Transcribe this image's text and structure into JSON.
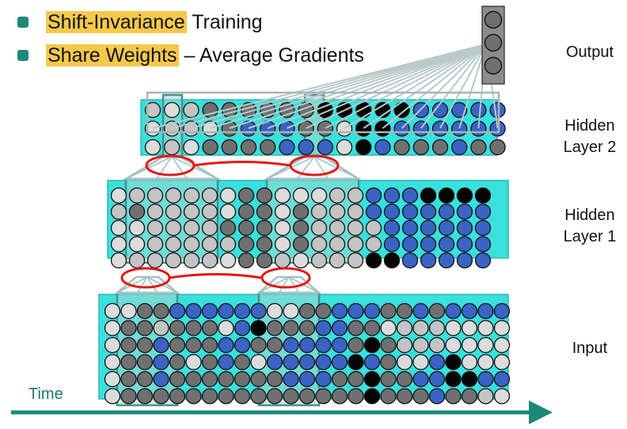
{
  "bullets": [
    {
      "highlight": "Shift-Invariance",
      "rest": " Training"
    },
    {
      "highlight": "Share Weights",
      "rest": " – Average Gradients"
    }
  ],
  "labels": {
    "output": "Output",
    "hidden2_line1": "Hidden",
    "hidden2_line2": "Layer 2",
    "hidden1_line1": "Hidden",
    "hidden1_line2": "Layer 1",
    "input": "Input"
  },
  "axis": {
    "time_label": "Time"
  },
  "colors": {
    "bar": "#39e0dc",
    "teal": "#1b8a78",
    "highlight": "#f6c94c",
    "link": "#e01818"
  },
  "layers": {
    "output": [
      "g",
      "g",
      "g"
    ],
    "hidden2": [
      "LlLggggggkkkkkbbbbb",
      "lLLlgbbbgglkkbbbbbb",
      "lLlggggbbblkbgggbgg"
    ],
    "hidden1": [
      "lLLLLLlgglllLLbbbkkkk",
      "LgLLLLlgglgLLLbbbbbbb",
      "llLLLLggglgLLLLbbbbbb",
      "llLLLLLgglgLLLLbbbbbb",
      "lLLLLLlggLlLLLkkbbbbb"
    ],
    "input": [
      "llggbbbbbbllggbbbggbgbbbb",
      "lggLggglbkgggbbgglLLLllll",
      "lggbgggbbggbbbbgkgLLLllll",
      "lggbglgbglbbbbbkbgllbklll",
      "lggbgggggggbbbggkggbbkkbb",
      "lgggggggggggggggkgggbggLl"
    ]
  }
}
